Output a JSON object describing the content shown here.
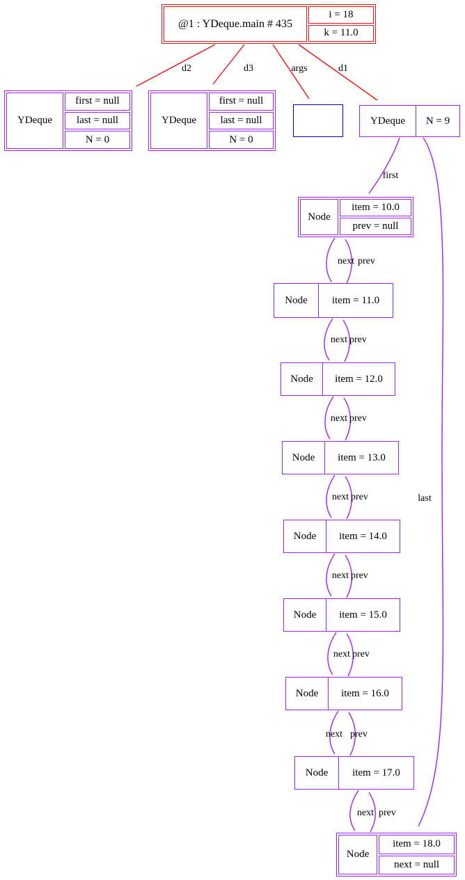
{
  "boxes": {
    "frame": {
      "title": "@1 : YDeque.main # 435",
      "fields": [
        "i = 18",
        "k = 11.0"
      ]
    },
    "d2_deque": {
      "title": "YDeque",
      "fields": [
        "first = null",
        "last = null",
        "N = 0"
      ]
    },
    "d3_deque": {
      "title": "YDeque",
      "fields": [
        "first = null",
        "last = null",
        "N = 0"
      ]
    },
    "d1_deque": {
      "title": "YDeque",
      "fields": [
        "N = 9"
      ]
    },
    "node_10": {
      "title": "Node",
      "fields": [
        "item = 10.0",
        "prev = null"
      ]
    },
    "node_11": {
      "title": "Node",
      "fields": [
        "item = 11.0"
      ]
    },
    "node_12": {
      "title": "Node",
      "fields": [
        "item = 12.0"
      ]
    },
    "node_13": {
      "title": "Node",
      "fields": [
        "item = 13.0"
      ]
    },
    "node_14": {
      "title": "Node",
      "fields": [
        "item = 14.0"
      ]
    },
    "node_15": {
      "title": "Node",
      "fields": [
        "item = 15.0"
      ]
    },
    "node_16": {
      "title": "Node",
      "fields": [
        "item = 16.0"
      ]
    },
    "node_17": {
      "title": "Node",
      "fields": [
        "item = 17.0"
      ]
    },
    "node_18": {
      "title": "Node",
      "fields": [
        "item = 18.0",
        "next = null"
      ]
    }
  },
  "edge_labels": {
    "d2": "d2",
    "d3": "d3",
    "args": "args",
    "d1": "d1",
    "first": "first",
    "last": "last",
    "next": "next",
    "prev": "prev"
  },
  "colors": {
    "frame_border": "#f01010",
    "object_border": "#a020f0",
    "array_border": "#0000cd",
    "red_edge": "#f01010",
    "purple_edge": "#a020f0",
    "text": "#000000",
    "background": "#ffffff"
  }
}
